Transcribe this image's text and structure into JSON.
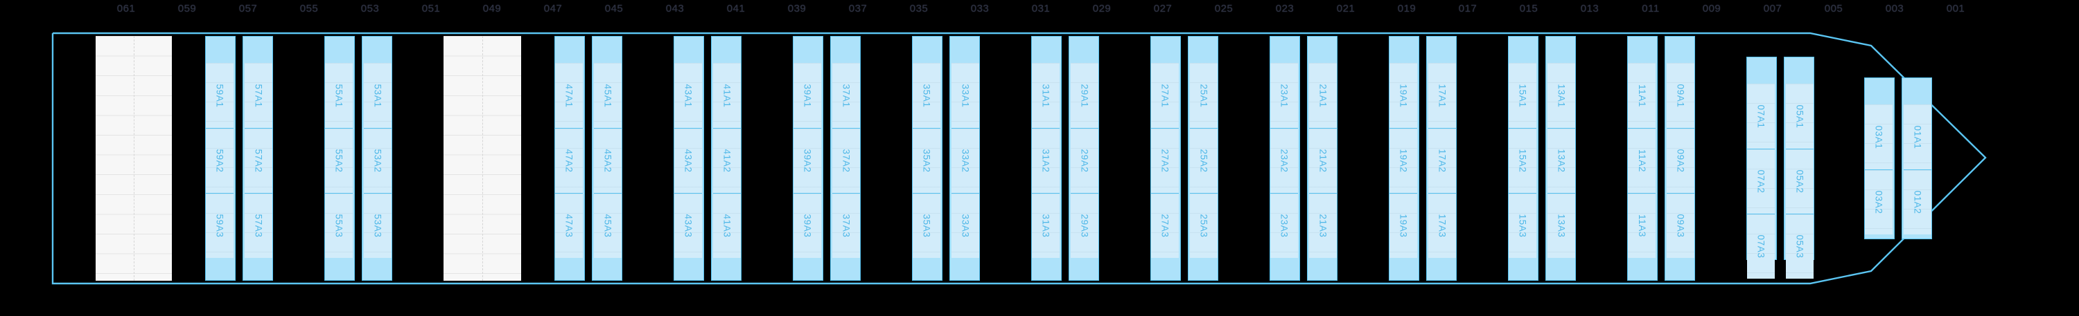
{
  "view": {
    "title": "vessel-bay-profile",
    "background": "#000000",
    "hull_stroke": "#5BC5F2",
    "block_fill": "#ADE2FA",
    "block_stroke": "#56C2F0",
    "tier_fill": "#D2ECFA",
    "tier_label_color": "#4FB8E8",
    "bay_label_color": "#2c3040",
    "empty_fill": "#F7F7F7",
    "empty_rule": "#E4E4E4"
  },
  "ruler": {
    "name": "bay-number-ruler",
    "labels": [
      "061",
      "059",
      "057",
      "055",
      "053",
      "051",
      "049",
      "047",
      "045",
      "043",
      "041",
      "039",
      "037",
      "035",
      "033",
      "031",
      "029",
      "027",
      "025",
      "023",
      "021",
      "019",
      "017",
      "015",
      "013",
      "011",
      "009",
      "007",
      "005",
      "003",
      "001"
    ]
  },
  "bays": [
    {
      "id": "061-059",
      "empty_left": true,
      "columns": [
        {
          "name": "59",
          "tiers": [
            "59A1",
            "59A2",
            "59A3"
          ]
        },
        {
          "name": "57",
          "tiers": [
            "57A1",
            "57A2",
            "57A3"
          ]
        }
      ]
    },
    {
      "id": "055-053",
      "empty_left": false,
      "columns": [
        {
          "name": "55",
          "tiers": [
            "55A1",
            "55A2",
            "55A3"
          ]
        },
        {
          "name": "53",
          "tiers": [
            "53A1",
            "53A2",
            "53A3"
          ]
        }
      ]
    },
    {
      "id": "051-049",
      "empty_left": true,
      "columns": [
        {
          "name": "47",
          "tiers": [
            "47A1",
            "47A2",
            "47A3"
          ]
        },
        {
          "name": "45",
          "tiers": [
            "45A1",
            "45A2",
            "45A3"
          ]
        }
      ]
    },
    {
      "id": "043-041",
      "empty_left": false,
      "columns": [
        {
          "name": "43",
          "tiers": [
            "43A1",
            "43A2",
            "43A3"
          ]
        },
        {
          "name": "41",
          "tiers": [
            "41A1",
            "41A2",
            "41A3"
          ]
        }
      ]
    },
    {
      "id": "039-037",
      "empty_left": false,
      "columns": [
        {
          "name": "39",
          "tiers": [
            "39A1",
            "39A2",
            "39A3"
          ]
        },
        {
          "name": "37",
          "tiers": [
            "37A1",
            "37A2",
            "37A3"
          ]
        }
      ]
    },
    {
      "id": "035-033",
      "empty_left": false,
      "columns": [
        {
          "name": "35",
          "tiers": [
            "35A1",
            "35A2",
            "35A3"
          ]
        },
        {
          "name": "33",
          "tiers": [
            "33A1",
            "33A2",
            "33A3"
          ]
        }
      ]
    },
    {
      "id": "031-029",
      "empty_left": false,
      "columns": [
        {
          "name": "31",
          "tiers": [
            "31A1",
            "31A2",
            "31A3"
          ]
        },
        {
          "name": "29",
          "tiers": [
            "29A1",
            "29A2",
            "29A3"
          ]
        }
      ]
    },
    {
      "id": "027-025",
      "empty_left": false,
      "columns": [
        {
          "name": "27",
          "tiers": [
            "27A1",
            "27A2",
            "27A3"
          ]
        },
        {
          "name": "25",
          "tiers": [
            "25A1",
            "25A2",
            "25A3"
          ]
        }
      ]
    },
    {
      "id": "023-021",
      "empty_left": false,
      "columns": [
        {
          "name": "23",
          "tiers": [
            "23A1",
            "23A2",
            "23A3"
          ]
        },
        {
          "name": "21",
          "tiers": [
            "21A1",
            "21A2",
            "21A3"
          ]
        }
      ]
    },
    {
      "id": "019-017",
      "empty_left": false,
      "columns": [
        {
          "name": "19",
          "tiers": [
            "19A1",
            "19A2",
            "19A3"
          ]
        },
        {
          "name": "17",
          "tiers": [
            "17A1",
            "17A2",
            "17A3"
          ]
        }
      ]
    },
    {
      "id": "015-013",
      "empty_left": false,
      "columns": [
        {
          "name": "15",
          "tiers": [
            "15A1",
            "15A2",
            "15A3"
          ]
        },
        {
          "name": "13",
          "tiers": [
            "13A1",
            "13A2",
            "13A3"
          ]
        }
      ]
    },
    {
      "id": "011-009",
      "empty_left": false,
      "columns": [
        {
          "name": "11",
          "tiers": [
            "11A1",
            "11A2",
            "11A3"
          ]
        },
        {
          "name": "09",
          "tiers": [
            "09A1",
            "09A2",
            "09A3"
          ]
        }
      ]
    },
    {
      "id": "007-005",
      "empty_left": false,
      "columns": [
        {
          "name": "07",
          "tiers": [
            "07A1",
            "07A2",
            "07A3"
          ]
        },
        {
          "name": "05",
          "tiers": [
            "05A1",
            "05A2",
            "05A3"
          ]
        }
      ]
    },
    {
      "id": "003-001",
      "empty_left": false,
      "columns": [
        {
          "name": "03",
          "tiers": [
            "03A1",
            "03A2"
          ]
        },
        {
          "name": "01",
          "tiers": [
            "01A1",
            "01A2"
          ]
        }
      ]
    }
  ],
  "empty_blocks": [
    {
      "name": "empty-slot-grid-061",
      "rows": 13
    },
    {
      "name": "empty-slot-grid-049",
      "rows": 13
    }
  ]
}
